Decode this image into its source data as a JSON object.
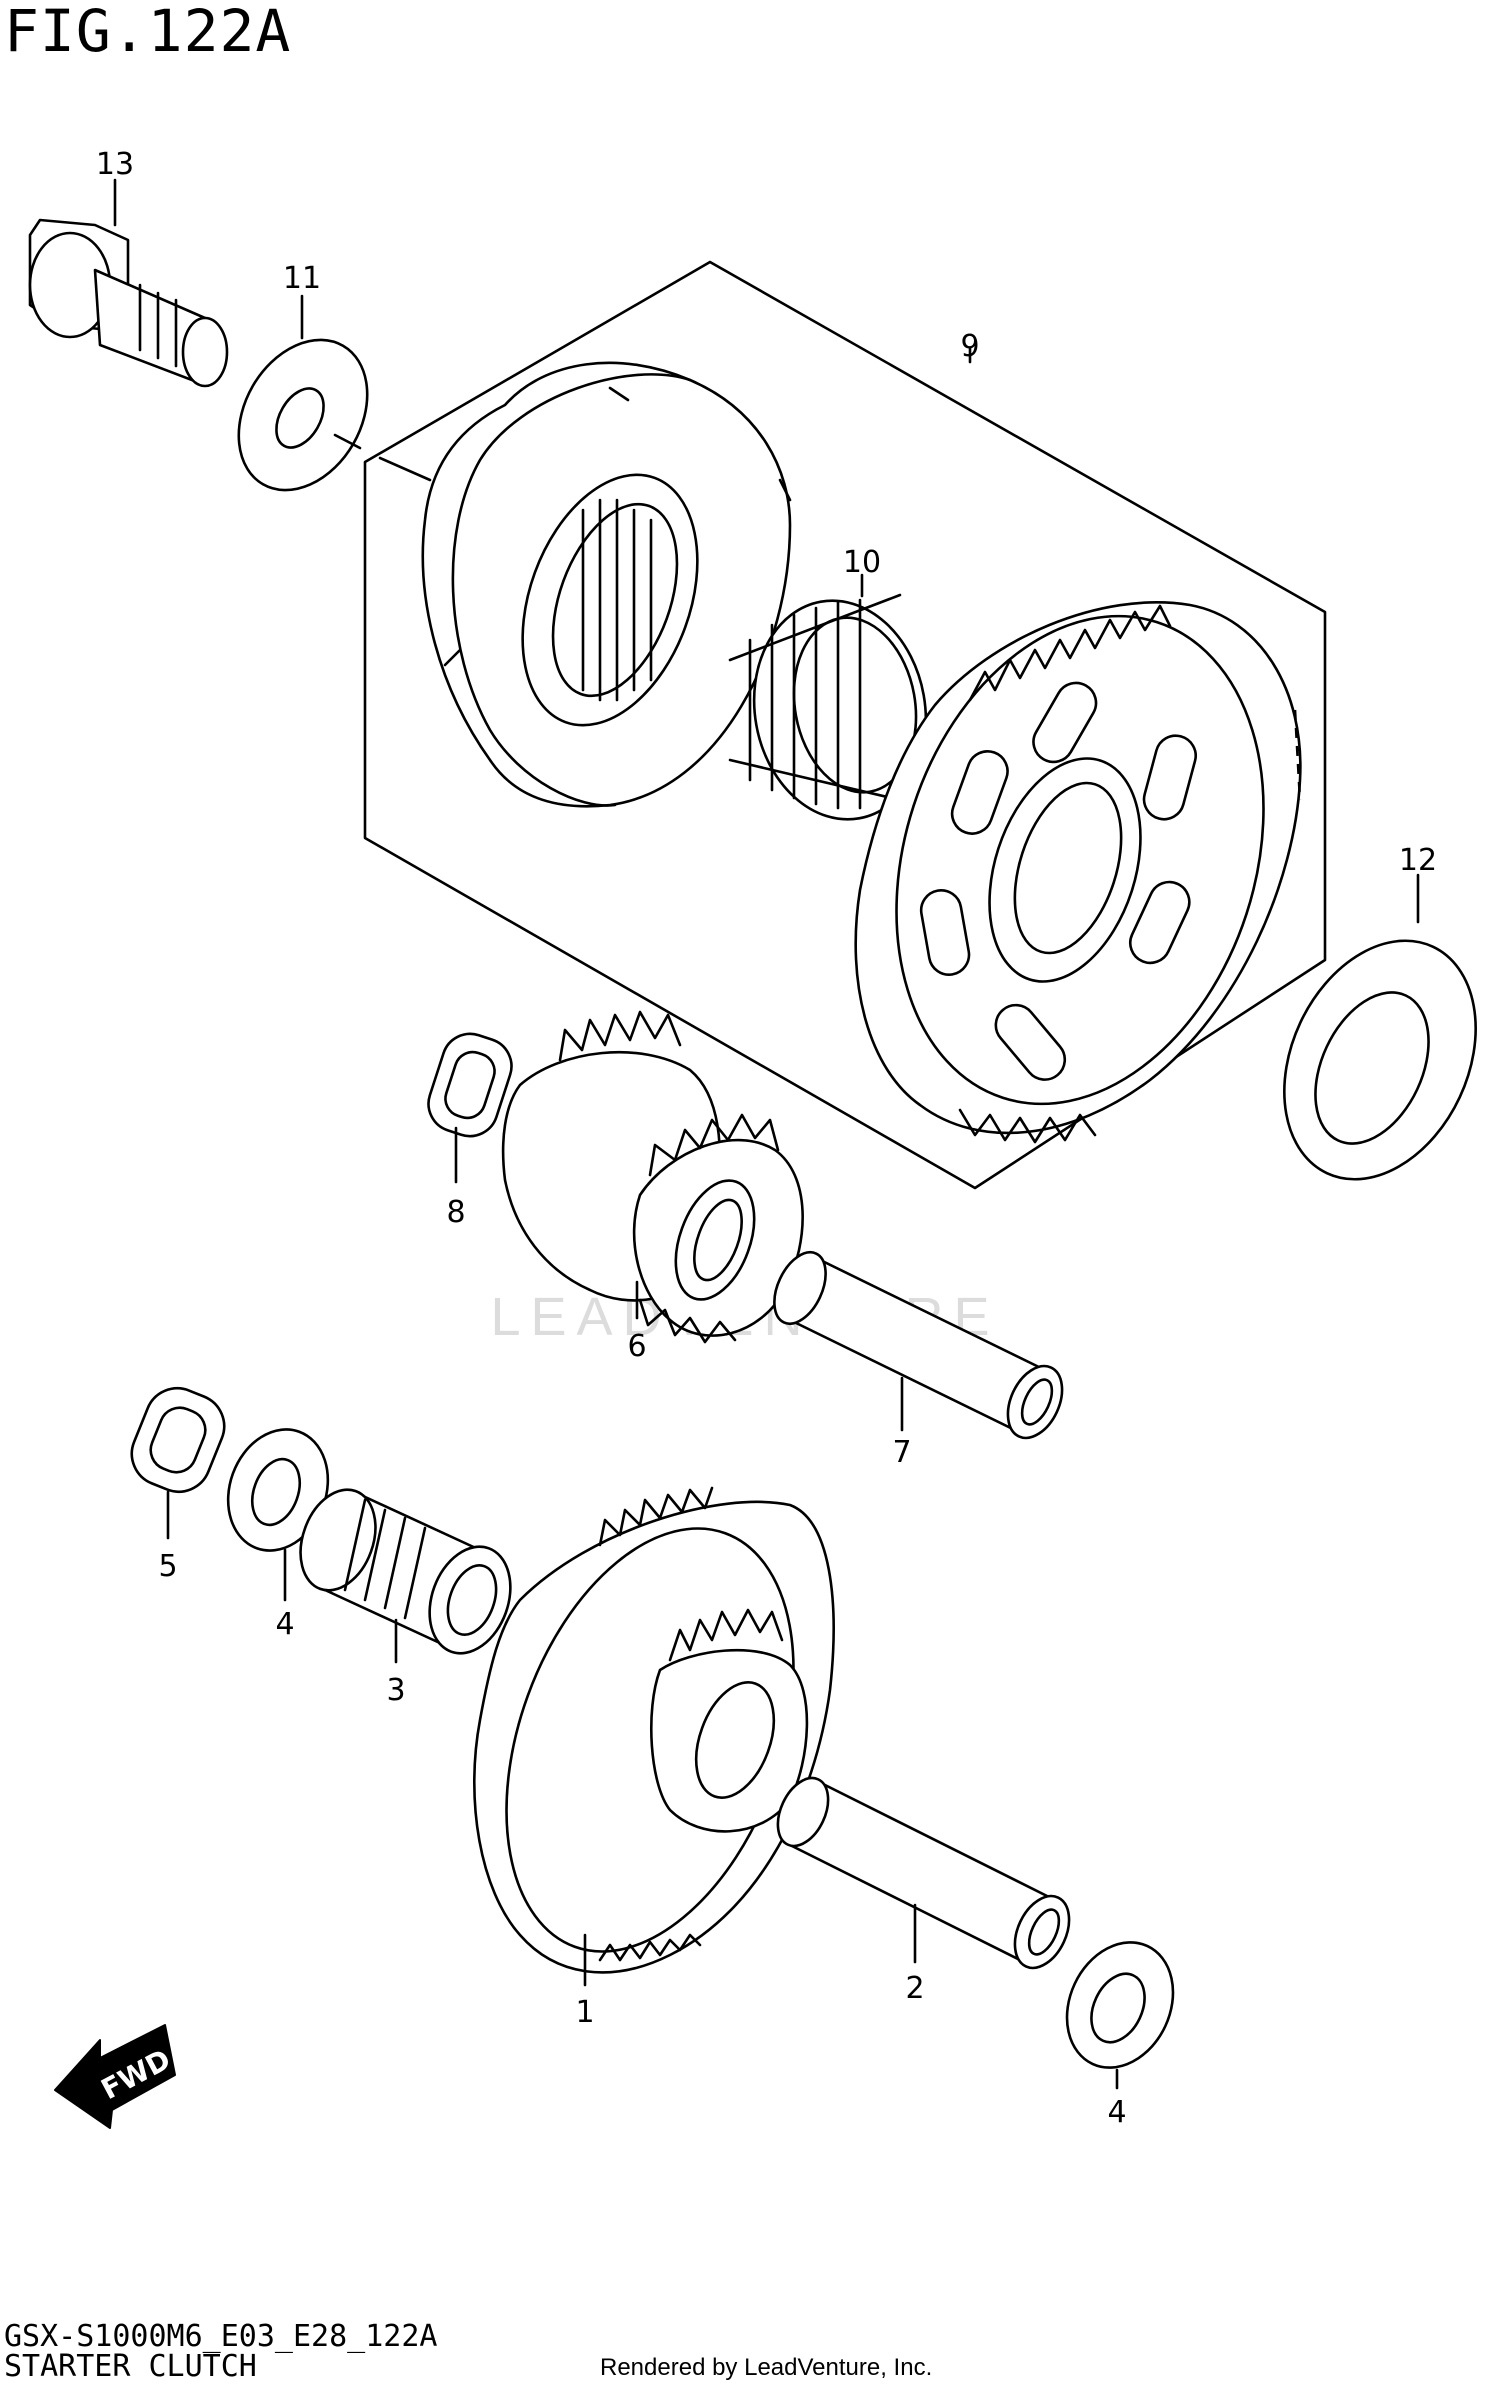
{
  "header": {
    "figure": "FIG.122A"
  },
  "footer": {
    "code": "GSX-S1000M6_E03_E28_122A",
    "description": "STARTER CLUTCH",
    "credit": "Rendered by LeadVenture, Inc."
  },
  "watermark": "LEADVENTURE",
  "fwd_arrow": {
    "label": "FWD"
  },
  "callouts": [
    {
      "id": "13",
      "label": "13"
    },
    {
      "id": "11",
      "label": "11"
    },
    {
      "id": "9",
      "label": "9"
    },
    {
      "id": "10",
      "label": "10"
    },
    {
      "id": "12",
      "label": "12"
    },
    {
      "id": "8",
      "label": "8"
    },
    {
      "id": "6",
      "label": "6"
    },
    {
      "id": "7",
      "label": "7"
    },
    {
      "id": "5",
      "label": "5"
    },
    {
      "id": "4a",
      "label": "4"
    },
    {
      "id": "3",
      "label": "3"
    },
    {
      "id": "1",
      "label": "1"
    },
    {
      "id": "2",
      "label": "2"
    },
    {
      "id": "4b",
      "label": "4"
    }
  ]
}
